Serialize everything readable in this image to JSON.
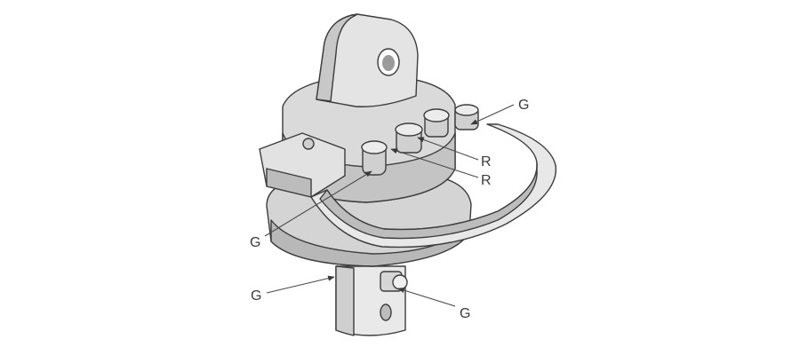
{
  "callouts": {
    "g_upper_right": "G",
    "r_upper": "R",
    "r_lower": "R",
    "g_left": "G",
    "g_bottom_left": "G",
    "g_bottom_right": "G"
  }
}
